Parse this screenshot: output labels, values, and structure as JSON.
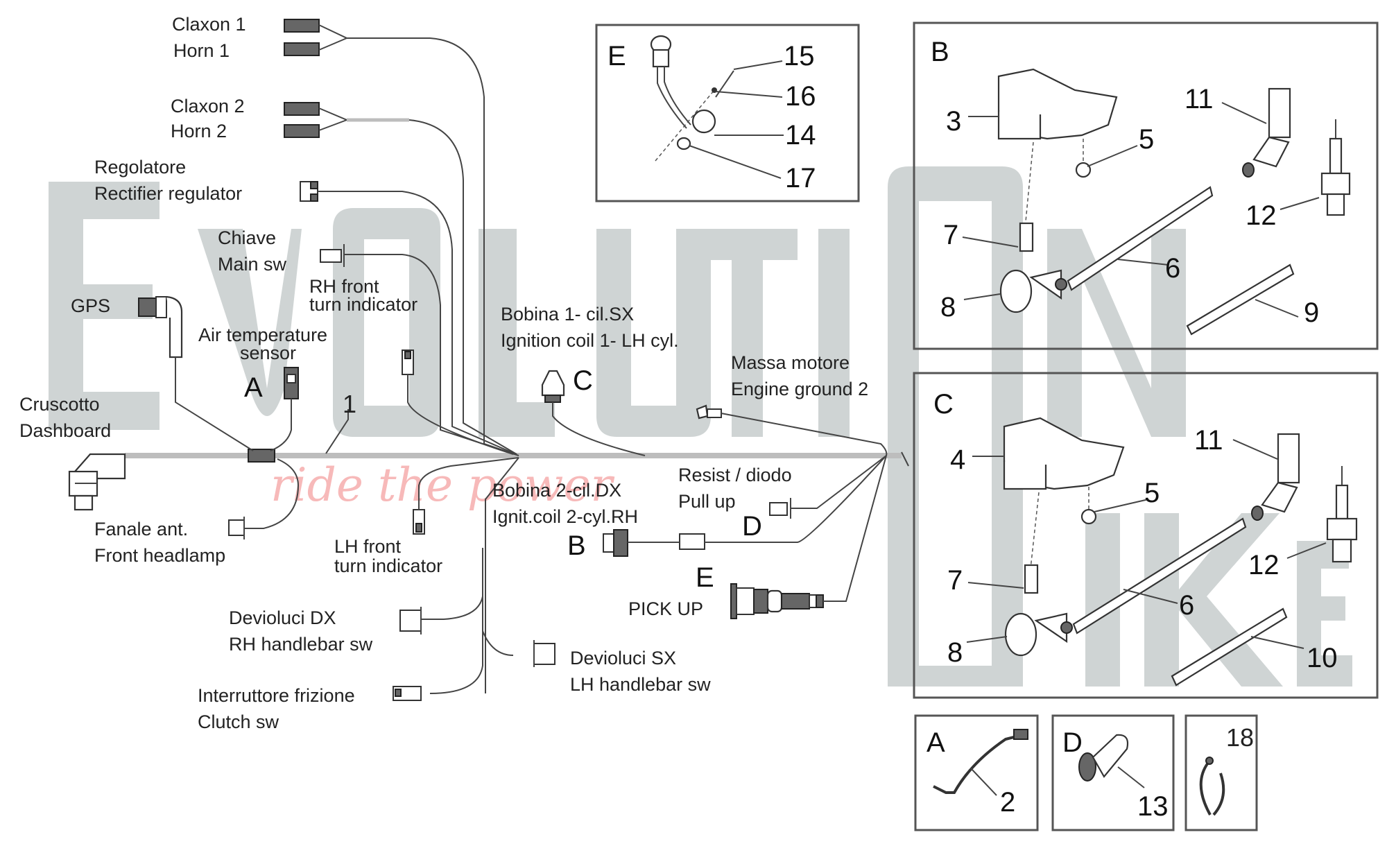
{
  "watermark": {
    "brand_line1": "EVOLUTION",
    "brand_line2": "BIKE",
    "slogan": "ride the power",
    "colors": {
      "letters": "#cfd4d4",
      "slogan": "#f7b9b9"
    }
  },
  "main_harness": {
    "ref_number": "1",
    "components": [
      {
        "id": "horn1",
        "label_it": "Claxon 1",
        "label_en": "Horn 1"
      },
      {
        "id": "horn2",
        "label_it": "Claxon 2",
        "label_en": "Horn 2"
      },
      {
        "id": "regulator",
        "label_it": "Regolatore",
        "label_en": "Rectifier regulator"
      },
      {
        "id": "main_switch",
        "label_it": "Chiave",
        "label_en": "Main sw"
      },
      {
        "id": "rh_turn",
        "label_it": "RH front",
        "label_en": "turn indicator"
      },
      {
        "id": "gps",
        "label_it": "GPS",
        "label_en": ""
      },
      {
        "id": "air_temp",
        "label_it": "Air temperature",
        "label_en": "sensor",
        "detail_ref": "A"
      },
      {
        "id": "dashboard",
        "label_it": "Cruscotto",
        "label_en": "Dashboard"
      },
      {
        "id": "headlamp",
        "label_it": "Fanale ant.",
        "label_en": "Front headlamp"
      },
      {
        "id": "lh_turn",
        "label_it": "LH front",
        "label_en": "turn indicator"
      },
      {
        "id": "coil1",
        "label_it": "Bobina 1- cil.SX",
        "label_en": "Ignition coil 1- LH cyl.",
        "detail_ref": "C"
      },
      {
        "id": "coil2",
        "label_it": "Bobina 2-cil.DX",
        "label_en": "Ignit.coil 2-cyl.RH",
        "detail_ref": "B"
      },
      {
        "id": "ground",
        "label_it": "Massa motore",
        "label_en": "Engine ground 2"
      },
      {
        "id": "pullup",
        "label_it": "Resist / diodo",
        "label_en": "Pull up",
        "detail_ref": "D"
      },
      {
        "id": "pickup",
        "label_it": "PICK UP",
        "label_en": "",
        "detail_ref": "E"
      },
      {
        "id": "rh_handlebar",
        "label_it": "Devioluci DX",
        "label_en": "RH handlebar sw"
      },
      {
        "id": "lh_handlebar",
        "label_it": "Devioluci SX",
        "label_en": "LH handlebar sw"
      },
      {
        "id": "clutch",
        "label_it": "Interruttore frizione",
        "label_en": "Clutch sw"
      }
    ]
  },
  "detail_boxes": {
    "E": {
      "title": "E",
      "callouts": [
        "15",
        "16",
        "14",
        "17"
      ]
    },
    "B": {
      "title": "B",
      "callouts": [
        "3",
        "5",
        "11",
        "7",
        "6",
        "12",
        "8",
        "9"
      ]
    },
    "C": {
      "title": "C",
      "callouts": [
        "4",
        "5",
        "11",
        "7",
        "6",
        "12",
        "8",
        "10"
      ]
    },
    "A": {
      "title": "A",
      "callouts": [
        "2"
      ]
    },
    "D": {
      "title": "D",
      "callouts": [
        "13"
      ]
    },
    "F": {
      "title": "",
      "callouts": [
        "18"
      ]
    }
  }
}
